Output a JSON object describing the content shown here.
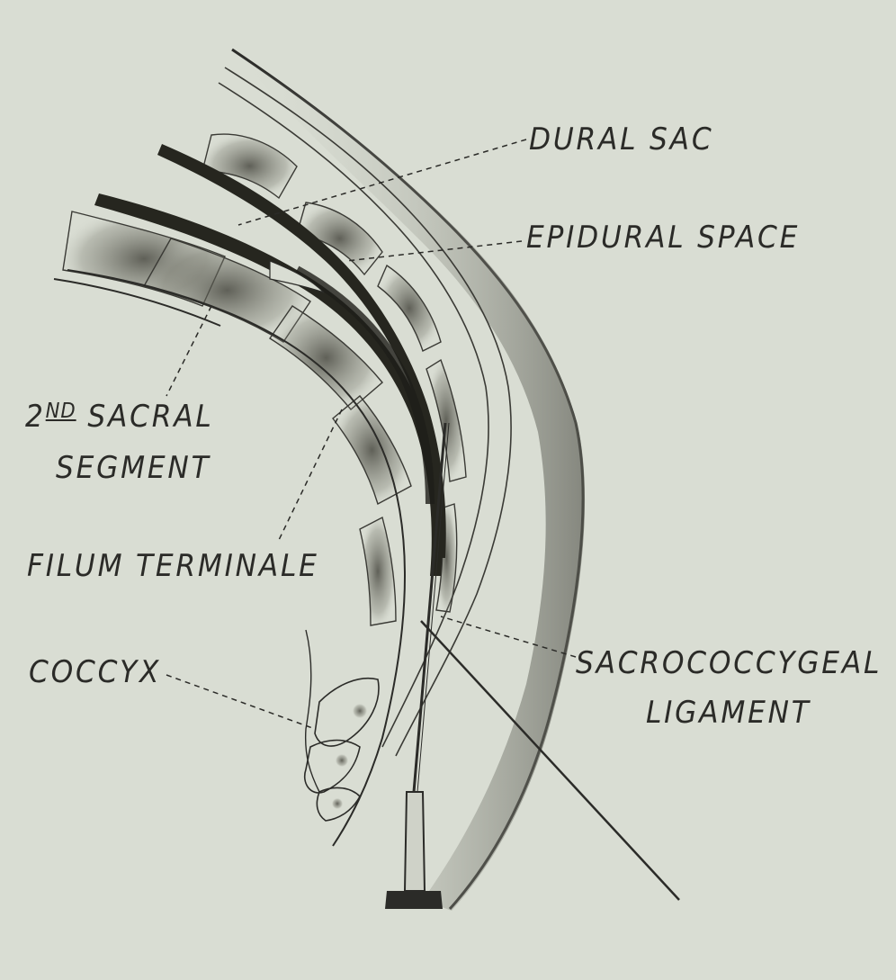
{
  "diagram": {
    "labels": {
      "dural_sac": "DURAL SAC",
      "epidural_space": "EPIDURAL SPACE",
      "second_sacral_prefix": "2",
      "second_sacral_superscript": "ND",
      "second_sacral_rest": " SACRAL",
      "second_sacral_line2": "SEGMENT",
      "filum_terminale": "FILUM TERMINALE",
      "coccyx": "COCCYX",
      "sacrococcygeal_line1": "SACROCOCCYGEAL",
      "sacrococcygeal_line2": "LIGAMENT"
    },
    "colors": {
      "background": "#d9ddd3",
      "ink": "#2b2b28",
      "stipple": "#3a3a35",
      "dark_band": "#26261f"
    }
  }
}
